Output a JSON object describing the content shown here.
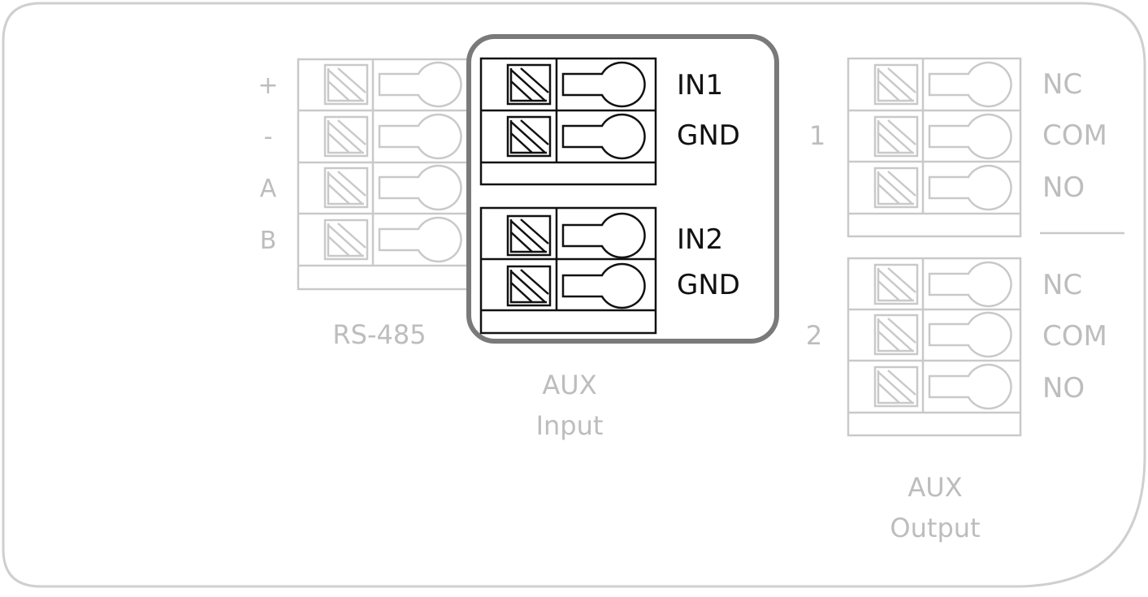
{
  "rs485": {
    "pins": [
      "+",
      "-",
      "A",
      "B"
    ],
    "caption": "RS-485"
  },
  "aux_input": {
    "group1": [
      "IN1",
      "GND"
    ],
    "group2": [
      "IN2",
      "GND"
    ],
    "caption": [
      "AUX",
      "Input"
    ]
  },
  "aux_output": {
    "relay1": {
      "number": "1",
      "pins": [
        "NC",
        "COM",
        "NO"
      ]
    },
    "relay2": {
      "number": "2",
      "pins": [
        "NC",
        "COM",
        "NO"
      ]
    },
    "caption": [
      "AUX",
      "Output"
    ]
  },
  "colors": {
    "active": "#111111",
    "inactive": "#c9c9c9",
    "label_inactive": "#bdbdbd",
    "highlight_frame": "#7a7a7a",
    "board_outline": "#cfcfcf"
  }
}
